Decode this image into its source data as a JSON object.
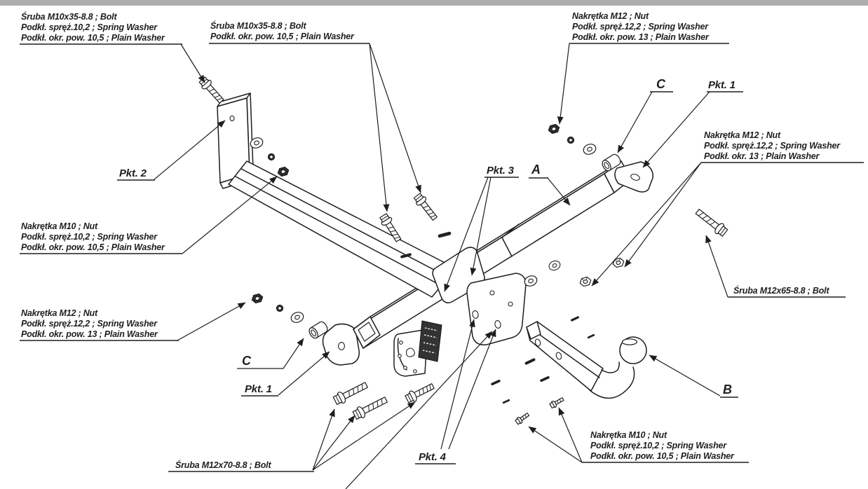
{
  "diagram_type": "towbar-exploded-assembly-drawing",
  "colors": {
    "background": "#ffffff",
    "line": "#1e1e1e",
    "top_bar": "#adadad",
    "sticker": "#333333"
  },
  "labels": {
    "top_left": {
      "lines": [
        "Śruba M10x35-8.8 ;  Bolt",
        "Podkł. spręż.10,2 ; Spring Washer",
        "Podkł. okr. pow. 10,5 ; Plain Washer"
      ]
    },
    "top_center": {
      "lines": [
        "Śruba M10x35-8.8 ;  Bolt",
        "Podkł. okr. pow. 10,5 ; Plain Washer"
      ]
    },
    "top_right": {
      "lines": [
        "Nakrętka  M12 ; Nut",
        "Podkł. spręż.12,2 ; Spring Washer",
        "Podkł. okr. pow. 13 ; Plain Washer"
      ]
    },
    "right_upper": {
      "lines": [
        "Nakrętka  M12 ; Nut",
        "Podkł. spręż.12,2 ; Spring Washer",
        "Podkł. okr. 13 ; Plain Washer"
      ]
    },
    "right_bolt": {
      "text": "Śruba M12x65-8.8 ;  Bolt"
    },
    "bottom_right": {
      "lines": [
        "Nakrętka  M10 ; Nut",
        "Podkł. spręż.10,2 ; Spring Washer",
        "Podkł. okr. pow. 10,5 ; Plain Washer"
      ]
    },
    "bottom_bolt": {
      "text": "Śruba M12x70-8.8 ;  Bolt"
    },
    "left_mid": {
      "lines": [
        "Nakrętka  M10 ; Nut",
        "Podkł. spręż.10,2 ; Spring Washer",
        "Podkł. okr. pow. 10,5 ; Plain Washer"
      ]
    },
    "left_lower": {
      "lines": [
        "Nakrętka  M12 ; Nut",
        "Podkł. spręż.12,2 ; Spring Washer",
        "Podkł. okr. pow. 13 ; Plain Washer"
      ]
    }
  },
  "markers": {
    "a": "A",
    "b": "B",
    "c": "C",
    "pkt1": "Pkt. 1",
    "pkt2": "Pkt. 2",
    "pkt3": "Pkt. 3",
    "pkt4": "Pkt. 4"
  }
}
